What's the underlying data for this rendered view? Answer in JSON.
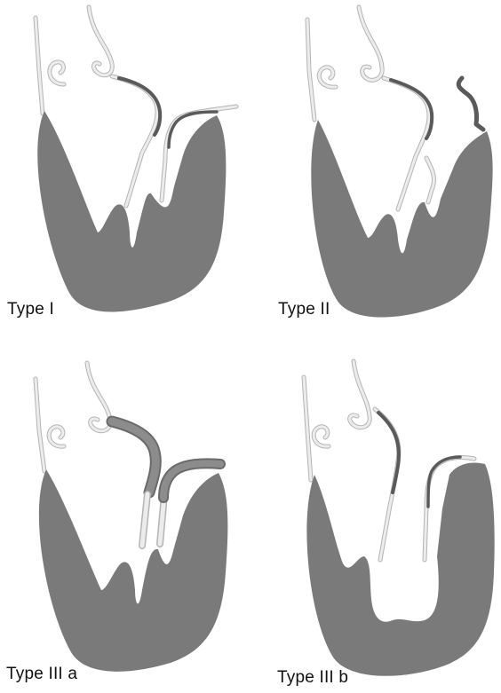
{
  "panels": [
    {
      "label": "Type I"
    },
    {
      "label": "Type II"
    },
    {
      "label": "Type III a"
    },
    {
      "label": "Type III b"
    }
  ],
  "colors": {
    "ventricle": "#7a7a7a",
    "chordae": "#e6e6e6",
    "chordae_outline": "#b4b4b4",
    "leaflet_prolapse": "#5a5a5a",
    "leaflet_thick": "#8c8c8c"
  }
}
